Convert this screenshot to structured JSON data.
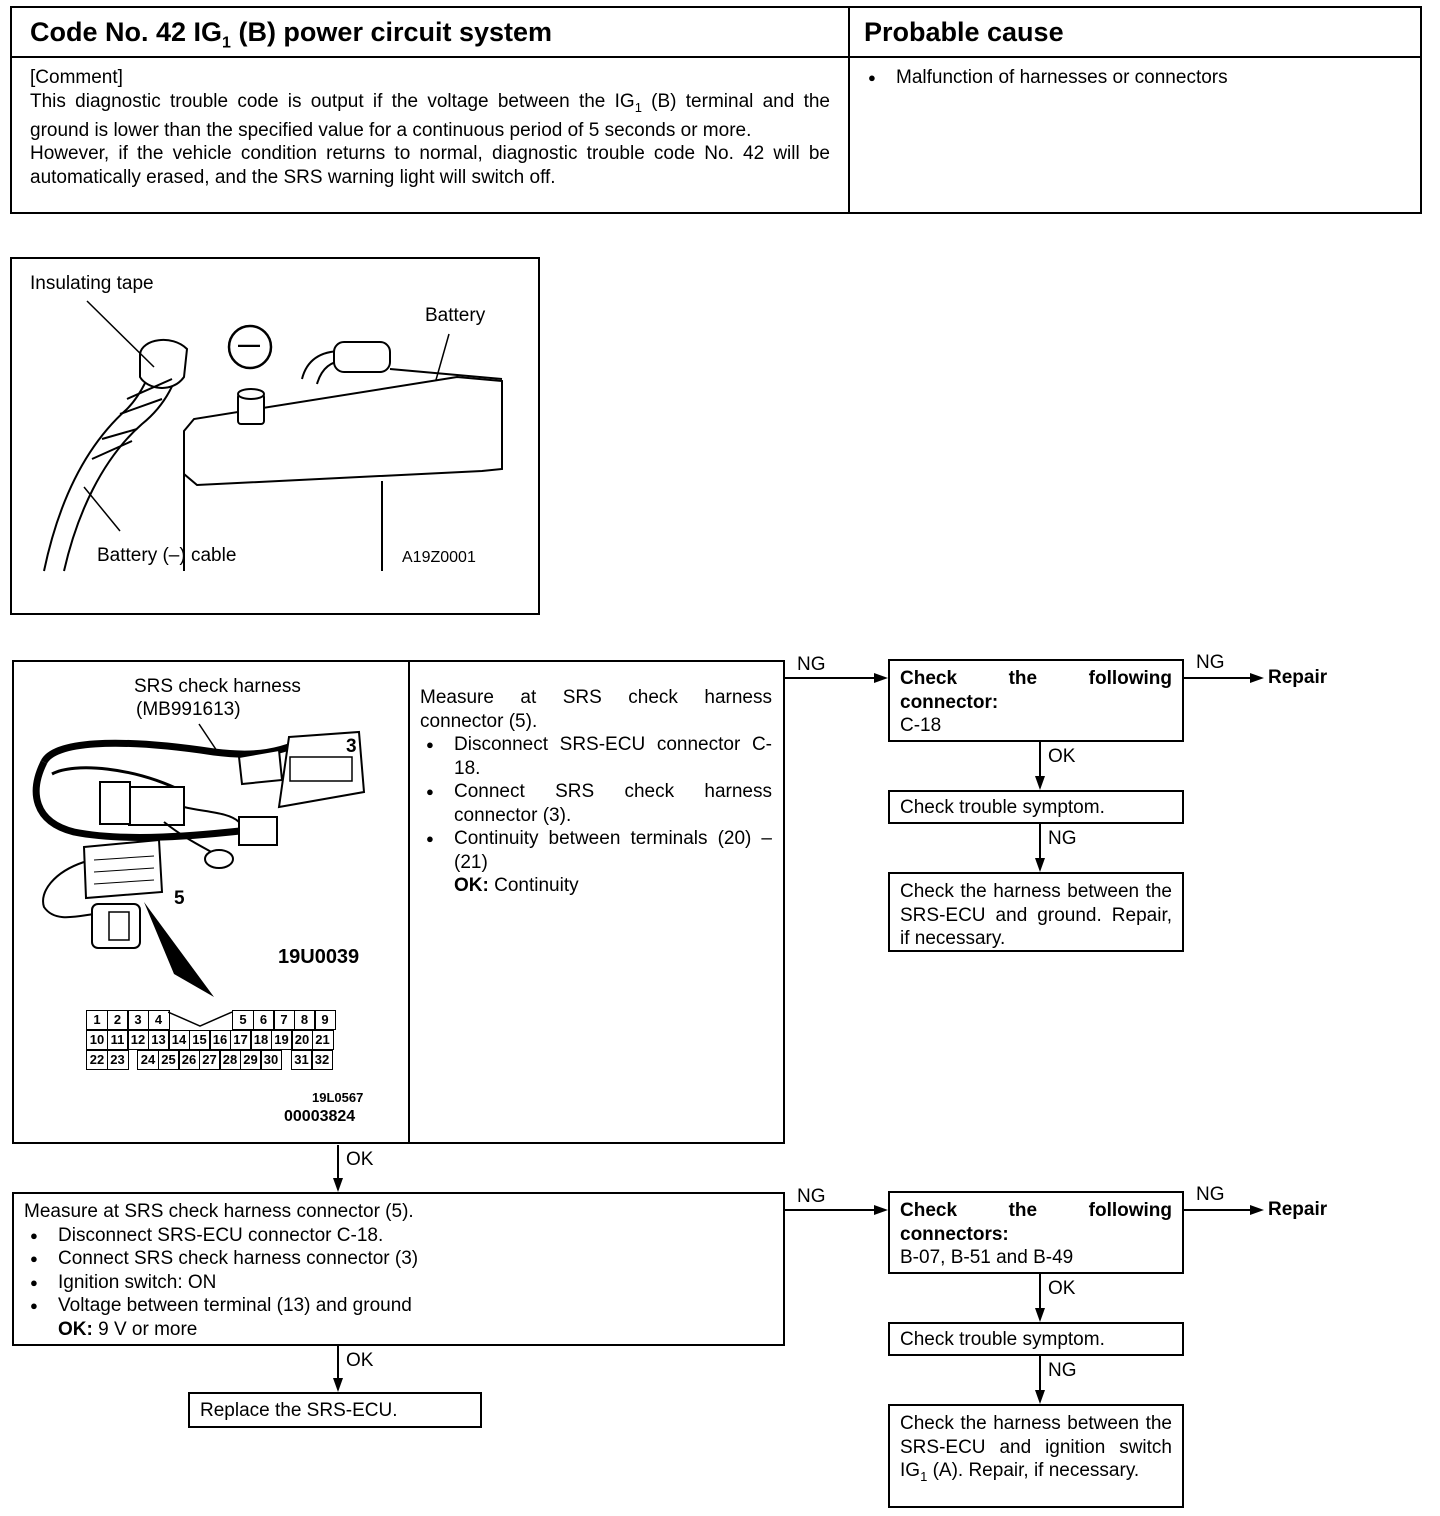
{
  "code_table": {
    "title_prefix": "Code No. 42 IG",
    "title_sub": "1",
    "title_suffix": " (B) power circuit system",
    "cause_header": "Probable cause",
    "comment_tag": "[Comment]",
    "comment_p1a": "This diagnostic trouble code is output if the voltage between the IG",
    "comment_p1sub": "1",
    "comment_p1b": " (B) terminal and the ground is lower than the specified value for a continuous period of 5 seconds or more.",
    "comment_p2": "However, if the vehicle condition returns to normal, diagnostic trouble code No. 42 will be automatically erased, and the SRS warning light will switch off.",
    "cause_item": "Malfunction of  harnesses or connectors"
  },
  "battery_figure": {
    "insulating_tape": "Insulating tape",
    "battery": "Battery",
    "cable": "Battery (–) cable",
    "fig_id": "A19Z0001",
    "minus_sign": "—"
  },
  "harness_figure": {
    "label_line1": "SRS check harness",
    "label_line2": "(MB991613)",
    "num_3": "3",
    "num_5": "5",
    "fig_id": "19U0039",
    "pin_id": "19L0567",
    "doc_id": "00003824",
    "pins_row1_left": [
      "1",
      "2",
      "3",
      "4"
    ],
    "pins_row1_right": [
      "5",
      "6",
      "7",
      "8",
      "9"
    ],
    "pins_row2": [
      "10",
      "11",
      "12",
      "13",
      "14",
      "15",
      "16",
      "17",
      "18",
      "19",
      "20",
      "21"
    ],
    "pins_row3_a": [
      "22",
      "23"
    ],
    "pins_row3_b": [
      "24",
      "25",
      "26",
      "27",
      "28",
      "29",
      "30"
    ],
    "pins_row3_c": [
      "31",
      "32"
    ]
  },
  "step1": {
    "title": "Measure at SRS check harness connector (5).",
    "item1": "Disconnect SRS-ECU connector C-18.",
    "item2": "Connect SRS check harness connector (3).",
    "item3": "Continuity between terminals (20) – (21)",
    "ok_label": "OK:",
    "ok_value": " Continuity"
  },
  "flow1": {
    "ng1": "NG",
    "check_title": "Check the following connector:",
    "check_value": "C-18",
    "ng2": "NG",
    "repair": "Repair",
    "ok": "OK",
    "symptom": "Check trouble symptom.",
    "ng3": "NG",
    "harness_check": "Check the harness between the SRS-ECU and ground. Repair, if necessary."
  },
  "ok_between": "OK",
  "step2": {
    "title": "Measure at SRS check harness connector (5).",
    "item1": "Disconnect SRS-ECU connector C-18.",
    "item2": "Connect SRS check harness connector (3)",
    "item3": "Ignition switch: ON",
    "item4": "Voltage between terminal (13) and ground",
    "ok_label": "OK:",
    "ok_value": " 9 V or more"
  },
  "flow2": {
    "ng1": "NG",
    "check_title": "Check the following connectors:",
    "check_value": "B-07, B-51 and B-49",
    "ng2": "NG",
    "repair": "Repair",
    "ok": "OK",
    "symptom": "Check trouble symptom.",
    "ng3": "NG",
    "harness_check_a": "Check the harness between the SRS-ECU and ignition switch IG",
    "harness_check_sub": "1",
    "harness_check_b": " (A). Repair, if necessary."
  },
  "ok_bottom": "OK",
  "replace": "Replace the SRS-ECU."
}
